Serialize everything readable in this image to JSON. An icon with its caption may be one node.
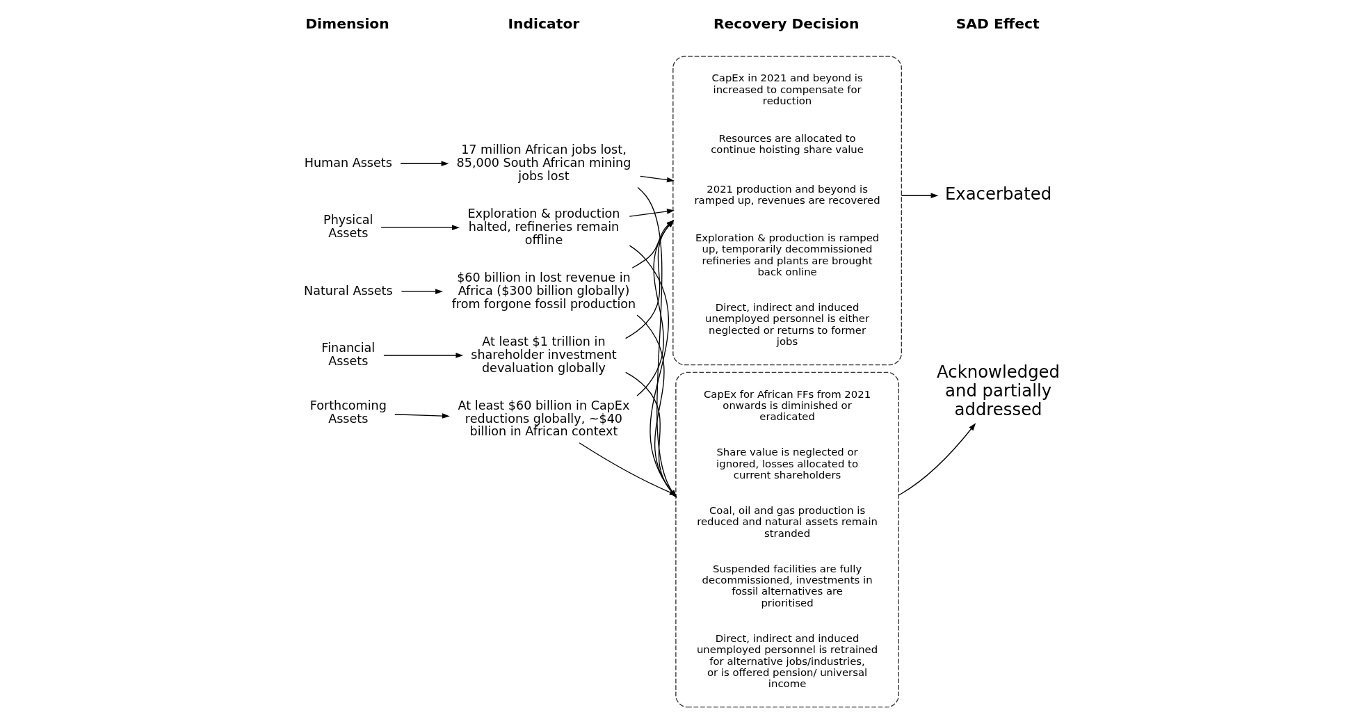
{
  "diagram": {
    "nodes": [
      {
        "text": [
          "Human Assets"
        ]
      },
      {
        "text": [
          "Physical Assets"
        ]
      },
      {
        "text": [
          "Natural Assets"
        ]
      },
      {
        "text": [
          "Financial Assets"
        ]
      },
      {
        "text": [
          "Forthcoming Assets"
        ]
      },
      {
        "text": [
          "17 million African jobs lost, 85,000 South African mining jobs lost"
        ]
      },
      {
        "text": [
          "Exploration & production halted, refineries remain offline"
        ]
      },
      {
        "text": [
          "$60 billion in lost revenue in Africa ($300 billion globally) from forgone fossil production"
        ]
      },
      {
        "text": [
          "At least $1 trillion in shareholder investment devaluation globally"
        ]
      },
      {
        "text": [
          "At least $60 billion in CapEx reductions globally, ~$40 billion in African context"
        ]
      },
      {
        "text": [],
        "shape": "box"
      },
      {
        "text": [
          "Direct, indirect and induced unemployed personnel is either neglected or returns to former jobs"
        ],
        "in": 10
      },
      {
        "text": [
          "Exploration & production is ramped up, temporarily decommissioned refineries and plants are brought back online"
        ],
        "in": 10
      },
      {
        "text": [
          "2021 production and beyond is ramped up, revenues are recovered"
        ],
        "in": 10
      },
      {
        "text": [
          "Resources are allocated to continue hoisting share value"
        ],
        "in": 10
      },
      {
        "text": [
          "CapEx in 2021 and beyond is increased to compensate for reduction"
        ],
        "in": 10
      },
      {
        "text": [],
        "shape": "box"
      },
      {
        "text": [
          "Direct, indirect and induced unemployed personnel is retrained for alternative jobs/industries, or is offered pension/ universal income"
        ],
        "in": 16
      },
      {
        "text": [
          "Suspended facilities are fully decommissioned, investments in fossil alternatives are prioritised"
        ],
        "in": 16
      },
      {
        "text": [
          "Coal, oil and gas production is reduced and natural assets remain stranded"
        ],
        "in": 16
      },
      {
        "text": [
          "Share value is neglected or ignored, losses allocated to current shareholders"
        ],
        "in": 16
      },
      {
        "text": [
          "CapEx for African FFs from 2021 onwards is diminished or eradicated"
        ],
        "in": 16
      },
      {
        "text": [
          "Exacerbated"
        ]
      },
      {
        "text": [
          "Acknowledged and partially addressed"
        ]
      }
    ],
    "edges": [
      {
        "from": 0,
        "to": 5,
        "arrow": "to"
      },
      {
        "from": 1,
        "to": 6,
        "arrow": "to"
      },
      {
        "from": 2,
        "to": 7,
        "arrow": "to"
      },
      {
        "from": 3,
        "to": 8,
        "arrow": "to"
      },
      {
        "from": 4,
        "to": 9,
        "arrow": "to"
      },
      {
        "from": 5,
        "to": 10,
        "arrow": "to"
      },
      {
        "from": 6,
        "to": 10,
        "arrow": "to"
      },
      {
        "from": 7,
        "to": 10,
        "arrow": "to"
      },
      {
        "from": 8,
        "to": 10,
        "arrow": "to"
      },
      {
        "from": 9,
        "to": 10,
        "arrow": "to"
      },
      {
        "from": 5,
        "to": 16,
        "arrow": "to"
      },
      {
        "from": 6,
        "to": 16,
        "arrow": "to"
      },
      {
        "from": 7,
        "to": 16,
        "arrow": "to"
      },
      {
        "from": 8,
        "to": 16,
        "arrow": "to"
      },
      {
        "from": 9,
        "to": 16,
        "arrow": "to"
      },
      {
        "from": 10,
        "to": 22,
        "arrow": "to"
      },
      {
        "from": 16,
        "to": 23,
        "arrow": "to"
      }
    ],
    "labels": [
      "Dimension",
      "Indicator",
      "Recovery Decision",
      "SAD Effect"
    ]
  }
}
